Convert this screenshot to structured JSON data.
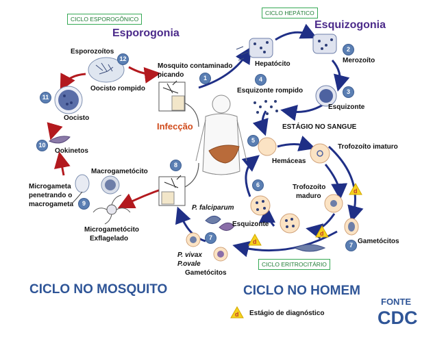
{
  "header": {
    "sporogonic_box": "CICLO ESPOROGÔNICO",
    "sporogony_title": "Esporogonia",
    "hepatic_box": "CICLO HEPÁTICO",
    "schizogony_title": "Esquizogonia",
    "erythrocytic_box": "CICLO ERITROCITÁRIO"
  },
  "labels": {
    "sporozoites": "Esporozoítos",
    "oocyst_ruptured": "Oocisto rompido",
    "oocyst": "Oocisto",
    "ookinete": "Ookinetos",
    "macrogametocyte": "Macrogametócito",
    "microgamete_1": "Microgameta",
    "microgamete_2": "penetrando o",
    "microgamete_3": "macrogameta",
    "microgametocyte_1": "Microgametócito",
    "microgametocyte_2": "Exflagelado",
    "mosquito_1": "Mosquito contaminado",
    "mosquito_2": "picando",
    "hepatocyte": "Hepatócito",
    "merozoite": "Merozoíto",
    "schizont_ruptured": "Esquizonte rompido",
    "schizont": "Esquizonte",
    "blood_stage": "ESTÁGIO NO SANGUE",
    "red_cells": "Hemáceas",
    "immature_troph": "Trofozoíto imaturo",
    "mature_troph_1": "Trofozoíto",
    "mature_troph_2": "maduro",
    "schizont_blood": "Esquizonte",
    "gametocytes_right": "Gametócitos",
    "p_falciparum": "P. falciparum",
    "p_vivax": "P. vivax",
    "p_ovale": "P.ovale",
    "gametocytes_left": "Gametócitos",
    "infection": "Infecção",
    "diagnostic_stage": "Estágio de diagnóstico",
    "diag_mark": "d"
  },
  "footer": {
    "mosquito_cycle": "CICLO NO MOSQUITO",
    "human_cycle": "CICLO NO HOMEM",
    "source_label": "FONTE",
    "source_name": "CDC"
  },
  "steps": [
    "1",
    "2",
    "3",
    "4",
    "5",
    "6",
    "7",
    "7",
    "8",
    "9",
    "10",
    "11",
    "12"
  ],
  "colors": {
    "arrow_red": "#b3191e",
    "arrow_blue": "#1f2f86",
    "title_purple": "#4b2a8a",
    "footer_blue": "#2f5597",
    "box_green": "#34a853",
    "step_circle": "#5b7fb3",
    "infection_orange": "#d04a1a",
    "diag_yellow": "#f5d21e"
  }
}
